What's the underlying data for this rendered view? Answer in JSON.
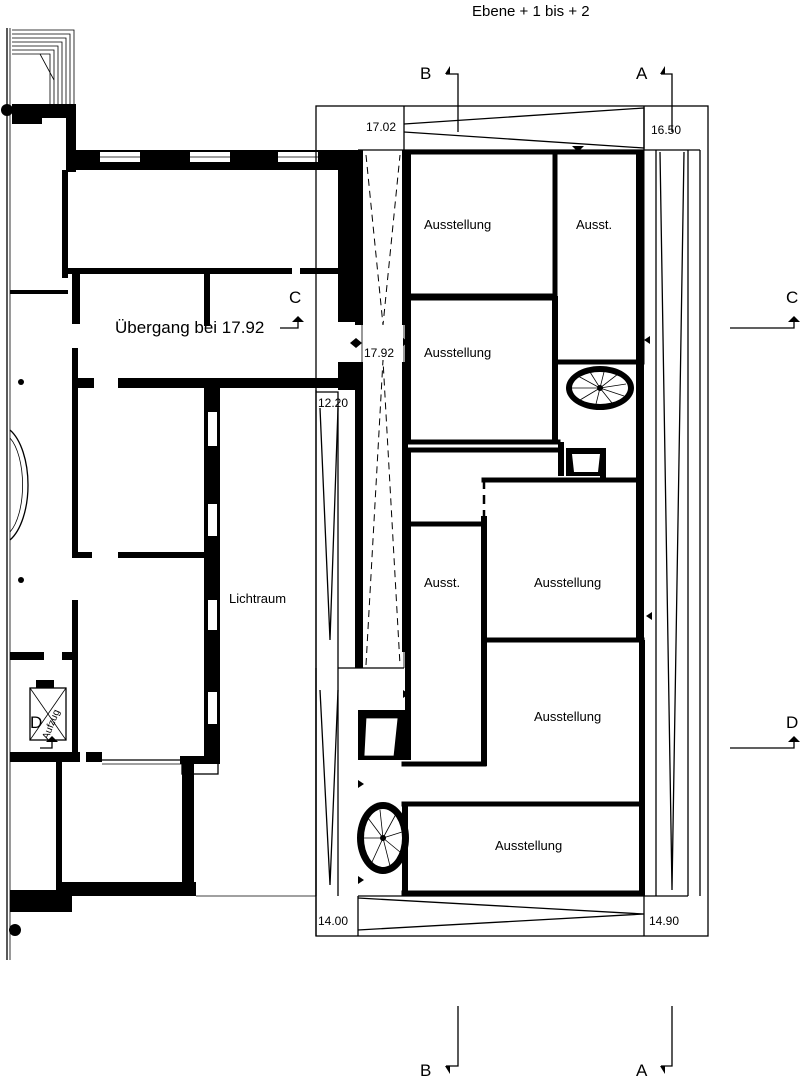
{
  "title": "Ebene  + 1 bis  + 2",
  "sections": {
    "B": "B",
    "A": "A",
    "C": "C",
    "D": "D"
  },
  "levels": {
    "l1702": "17.02",
    "l1650": "16.50",
    "l1792": "17.92",
    "l1220": "12.20",
    "l1400": "14.00",
    "l1490": "14.90"
  },
  "rooms": {
    "ausstellung": "Ausstellung",
    "ausst": "Ausst.",
    "lichtraum": "Lichtraum",
    "aufzug": "Aufzug"
  },
  "passage": "Übergang bei 17.92",
  "colors": {
    "line": "#000000",
    "background": "#ffffff"
  },
  "icons": [
    "section-marker-icon",
    "spiral-stair-icon",
    "elevator-icon",
    "column-icon",
    "door-marker-icon"
  ]
}
